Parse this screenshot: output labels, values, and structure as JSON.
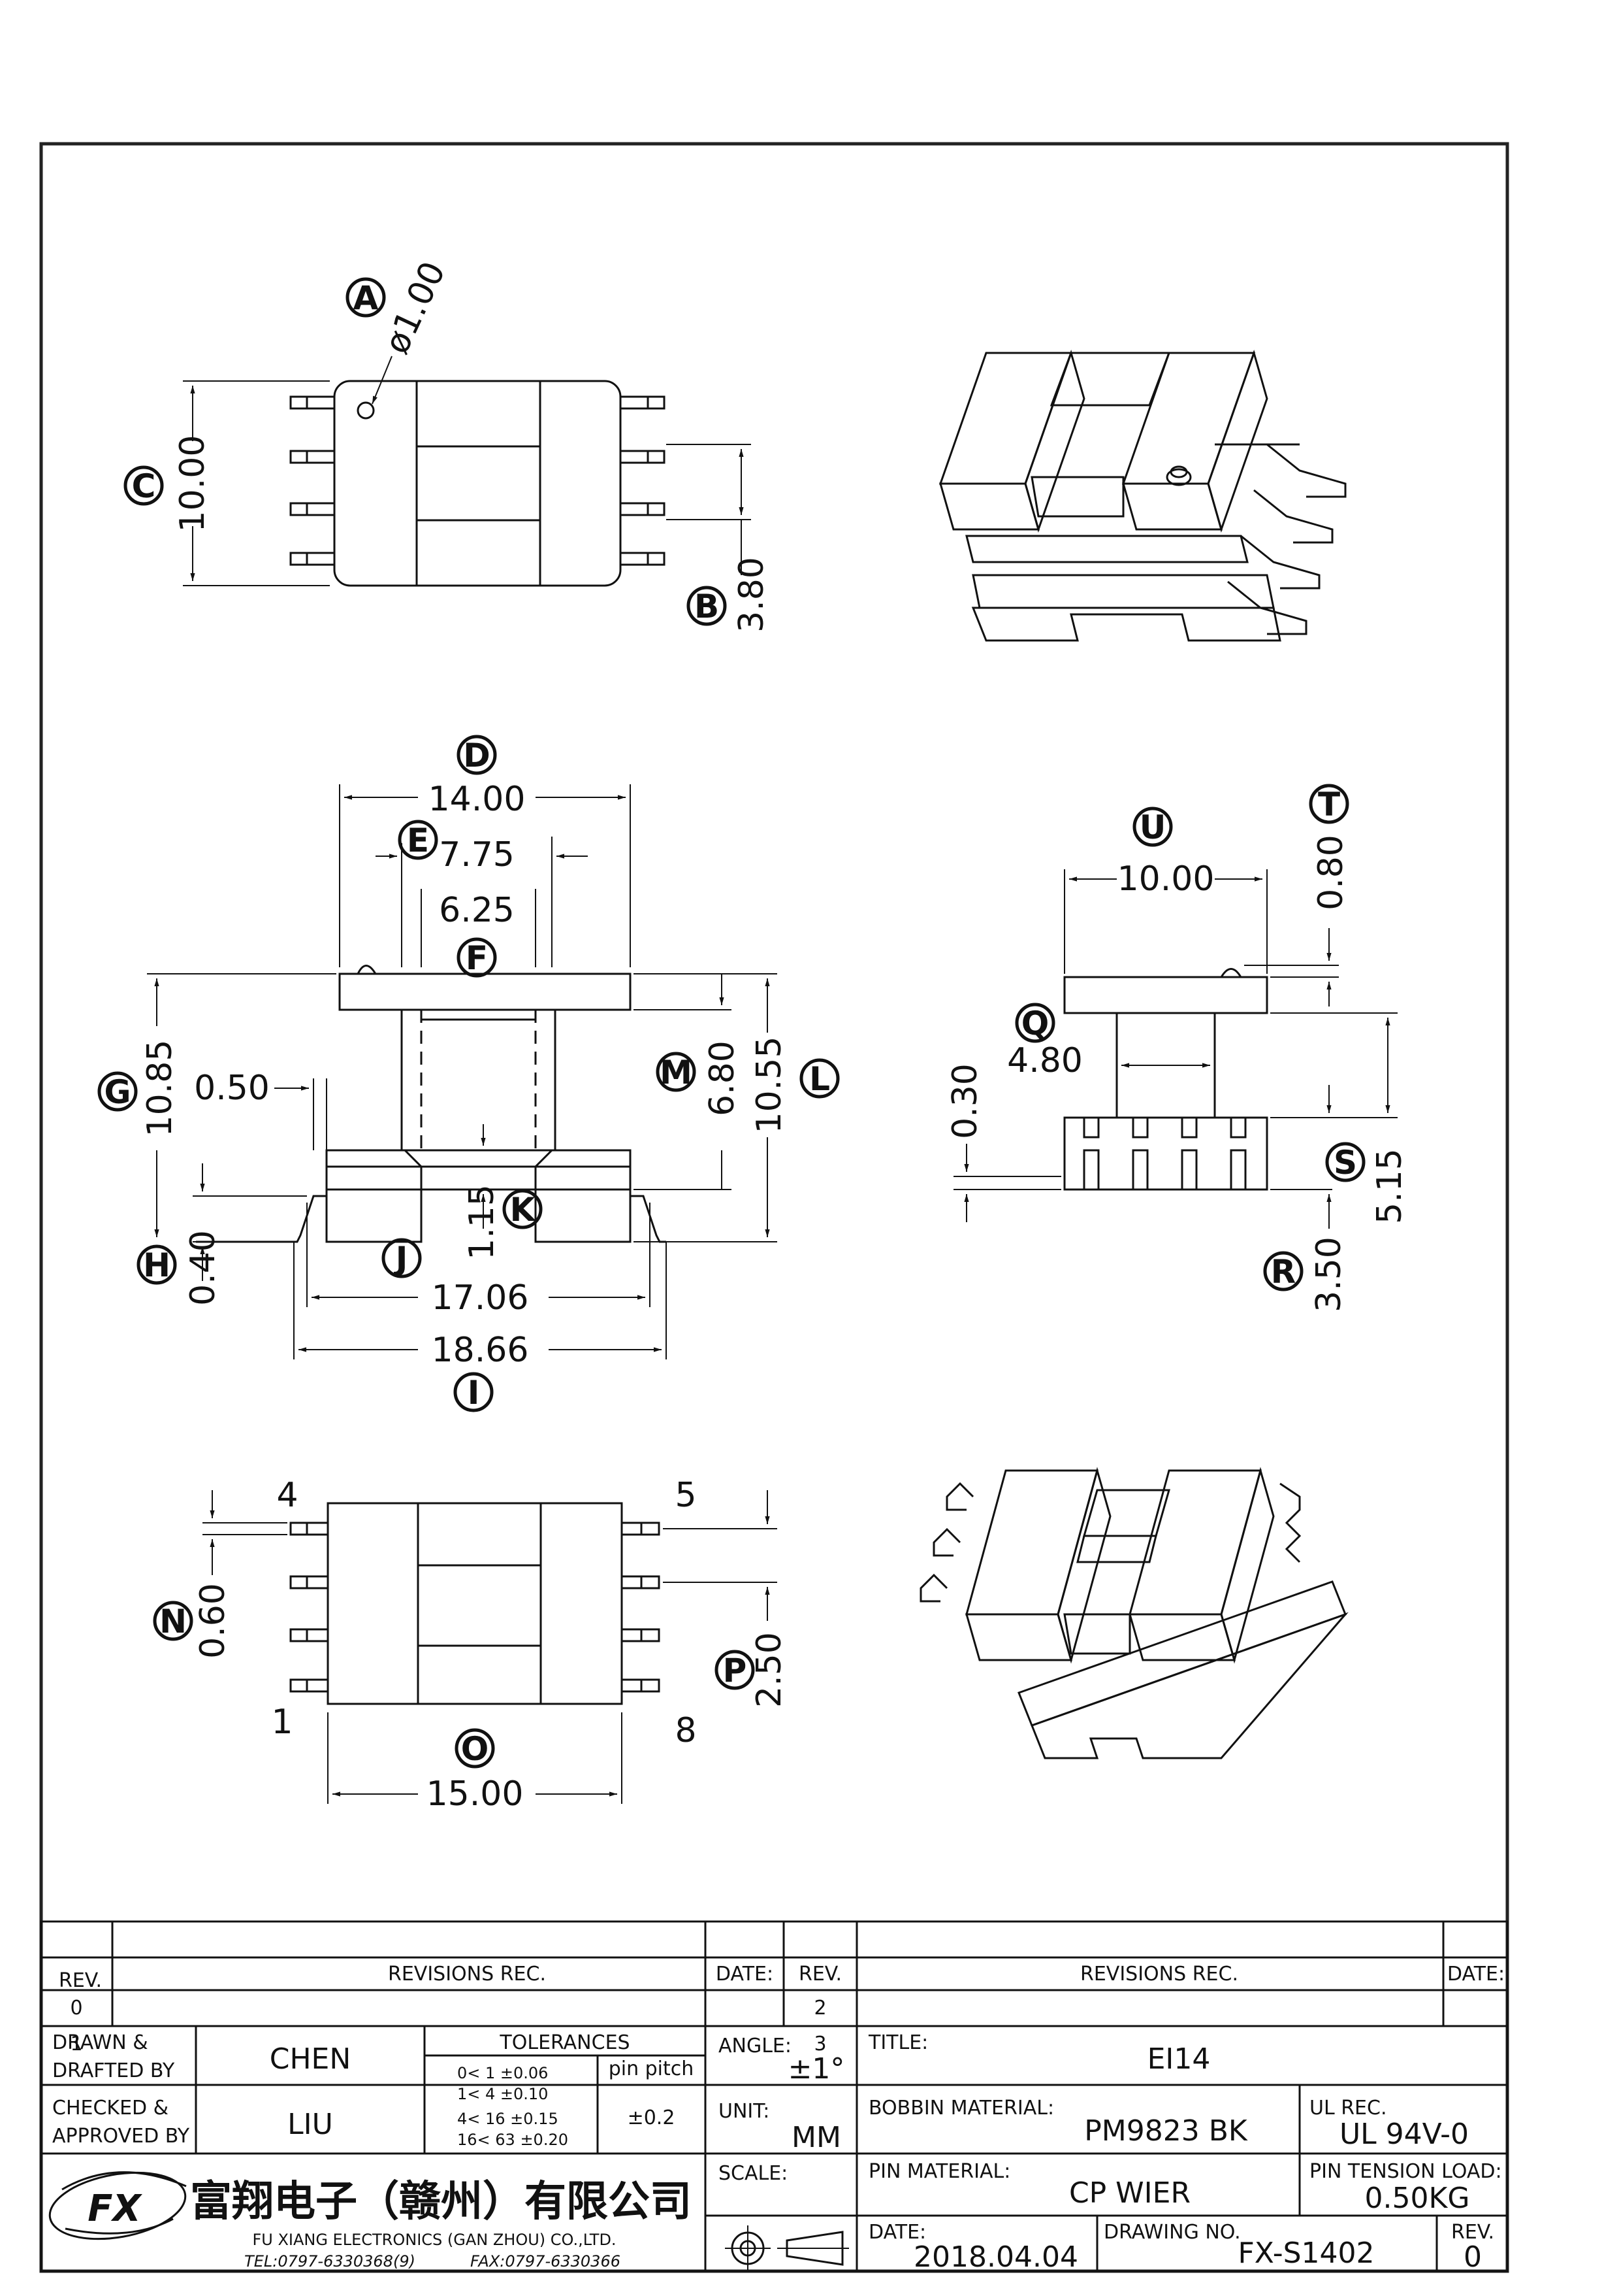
{
  "top_view": {
    "balloon_a": "A",
    "dim_a": "ø1.00",
    "balloon_b": "B",
    "dim_b": "3.80",
    "balloon_c": "C",
    "dim_c": "10.00"
  },
  "front_view": {
    "balloon_d": "D",
    "dim_d": "14.00",
    "balloon_e": "E",
    "dim_e": "7.75",
    "balloon_f": "F",
    "dim_f": "6.25",
    "balloon_g": "G",
    "dim_g": "10.85",
    "dim_g2": "0.50",
    "balloon_h": "H",
    "dim_h": "0.40",
    "balloon_i": "I",
    "dim_i": "18.66",
    "balloon_j": "J",
    "dim_j": "17.06",
    "balloon_k": "K",
    "dim_k": "1.15",
    "balloon_l": "L",
    "dim_l": "10.55",
    "balloon_m": "M",
    "dim_m": "6.80"
  },
  "side_view": {
    "balloon_q": "Q",
    "dim_q": "4.80",
    "balloon_r": "R",
    "dim_r": "3.50",
    "balloon_s": "S",
    "dim_s": "5.15",
    "balloon_t": "T",
    "dim_t": "0.80",
    "balloon_u": "U",
    "dim_u": "10.00",
    "dim_q2": "0.30"
  },
  "bottom_view": {
    "balloon_n": "N",
    "dim_n": "0.60",
    "balloon_o": "O",
    "dim_o": "15.00",
    "balloon_p": "P",
    "dim_p": "2.50",
    "pin_1": "1",
    "pin_4": "4",
    "pin_5": "5",
    "pin_8": "8"
  },
  "title_block": {
    "rev_header": "REV.",
    "revisions_header": "REVISIONS   REC.",
    "date_header": "DATE:",
    "rev_rows": [
      "0",
      "1"
    ],
    "rev_rows_right": [
      "2",
      "3"
    ],
    "drawn_label_1": "DRAWN &",
    "drawn_label_2": "DRAFTED BY",
    "drawn_value": "CHEN",
    "checked_label_1": "CHECKED &",
    "checked_label_2": "APPROVED BY",
    "checked_value": "LIU",
    "tolerances_header": "TOLERANCES",
    "tolerance_rows": [
      "0<   1   ±0.06",
      "1<   4   ±0.10",
      "4<  16  ±0.15",
      "16<  63  ±0.20"
    ],
    "pin_pitch_label": "pin pitch",
    "pin_pitch_value": "±0.2",
    "angle_label": "ANGLE:",
    "angle_value": "±1°",
    "unit_label": "UNIT:",
    "unit_value": "MM",
    "scale_label": "SCALE:",
    "title_label": "TITLE:",
    "title_value": "EI14",
    "bobbin_label": "BOBBIN MATERIAL:",
    "bobbin_value": "PM9823  BK",
    "ul_label": "UL REC.",
    "ul_value": "UL  94V-0",
    "pin_material_label": "PIN MATERIAL:",
    "pin_material_value": "CP  WIER",
    "pin_tension_label": "PIN TENSION LOAD:",
    "pin_tension_value": "0.50KG",
    "date_label": "DATE:",
    "date_value": "2018.04.04",
    "drawing_no_label": "DRAWING NO.",
    "drawing_no_value": "FX-S1402",
    "rev_label": "REV.",
    "rev_value": "0",
    "company_cn": "富翔电子（赣州）有限公司",
    "company_en": "FU XIANG ELECTRONICS (GAN ZHOU) CO.,LTD.",
    "tel": "TEL:0797-6330368(9)",
    "fax": "FAX:0797-6330366",
    "logo_text": "FX"
  }
}
